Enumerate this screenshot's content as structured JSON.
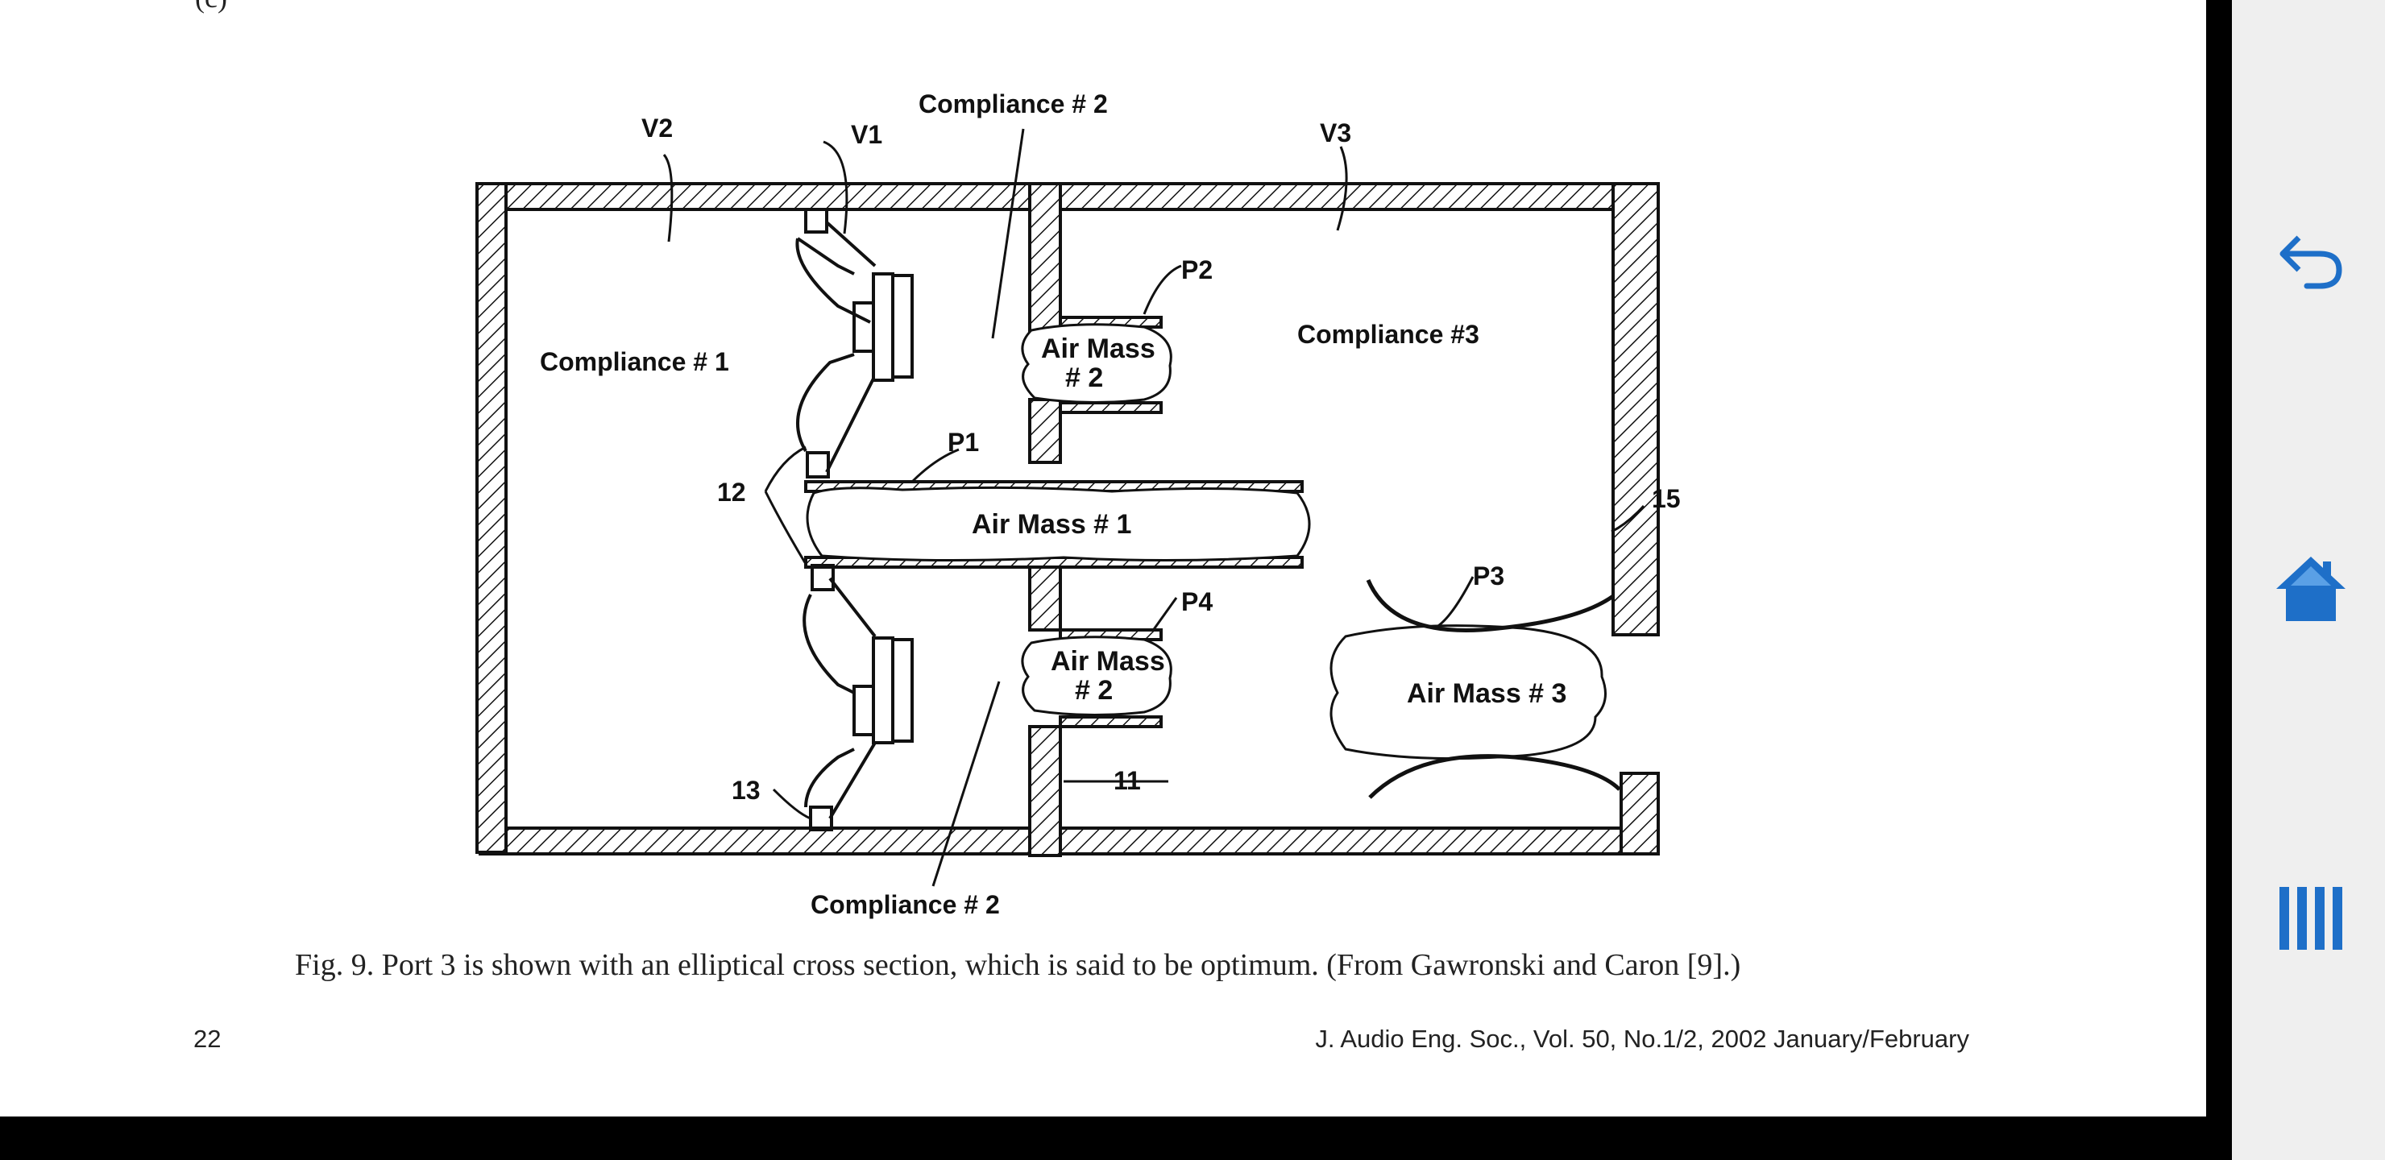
{
  "page": {
    "top_fragment": "(c)",
    "caption": "Fig. 9. Port 3 is shown with an elliptical cross section, which is said to be optimum. (From Gawronski and Caron [9].)",
    "page_number": "22",
    "journal": "J. Audio Eng. Soc., Vol. 50, No.1/2, 2002 January/February"
  },
  "figure": {
    "compliance_top": "Compliance # 2",
    "compliance_bottom": "Compliance # 2",
    "compliance_1": "Compliance # 1",
    "compliance_3": "Compliance #3",
    "v2": "V2",
    "v1": "V1",
    "v3": "V3",
    "p2": "P2",
    "p1": "P1",
    "p4": "P4",
    "p3": "P3",
    "air_mass_1": "Air Mass # 1",
    "air_mass_2_top_line1": "Air Mass",
    "air_mass_2_top_line2": "# 2",
    "air_mass_2_bottom_line1": "Air Mass",
    "air_mass_2_bottom_line2": "# 2",
    "air_mass_3": "Air Mass # 3",
    "n12": "12",
    "n13": "13",
    "n15": "15",
    "n11": "11"
  },
  "sidebar": {
    "back_icon": "back-arrow-icon",
    "home_icon": "home-icon",
    "menu_icon": "bars-menu-icon",
    "accent": "#1e6fc8"
  }
}
